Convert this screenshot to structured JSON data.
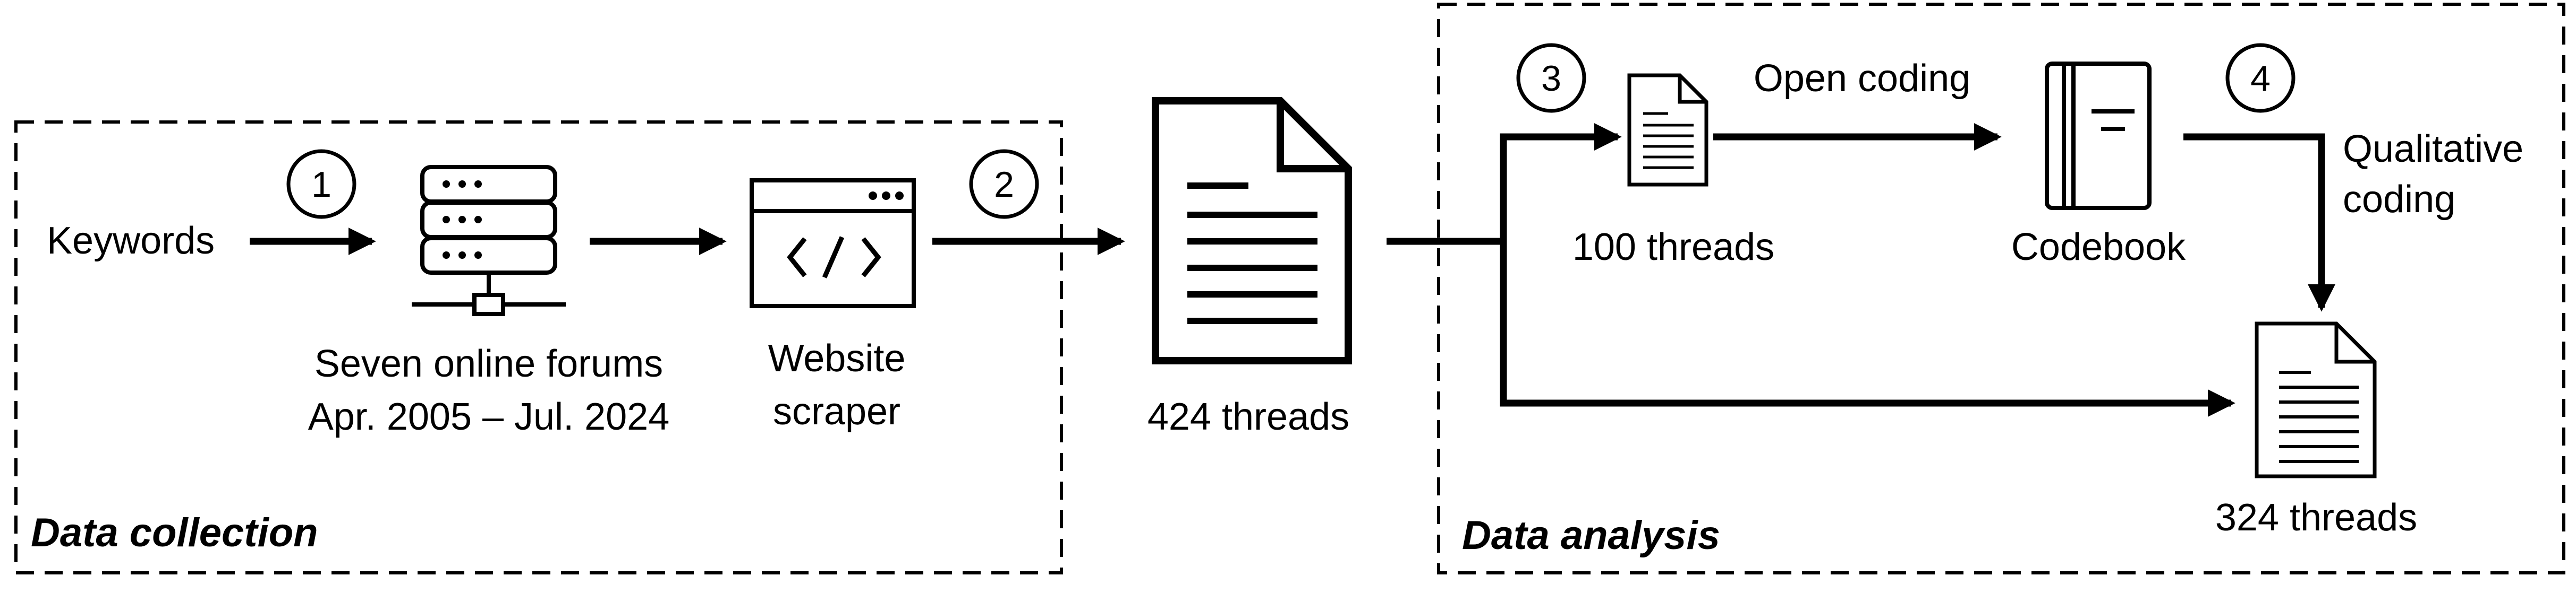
{
  "data_collection": {
    "title": "Data collection",
    "keywords_label": "Keywords",
    "forums_label_line1": "Seven online forums",
    "forums_label_line2": "Apr. 2005 – Jul. 2024",
    "scraper_label_line1": "Website",
    "scraper_label_line2": "scraper",
    "step1": "1",
    "step2": "2"
  },
  "threads_total_label": "424 threads",
  "data_analysis": {
    "title": "Data analysis",
    "step3": "3",
    "step4": "4",
    "sample_label": "100 threads",
    "open_coding_label": "Open coding",
    "codebook_label": "Codebook",
    "qualitative_line1": "Qualitative",
    "qualitative_line2": "coding",
    "remaining_label": "324 threads"
  },
  "icons": [
    "server-icon",
    "code-window-icon",
    "document-icon",
    "book-icon"
  ],
  "colors": {
    "stroke": "#000000",
    "background": "#ffffff"
  }
}
